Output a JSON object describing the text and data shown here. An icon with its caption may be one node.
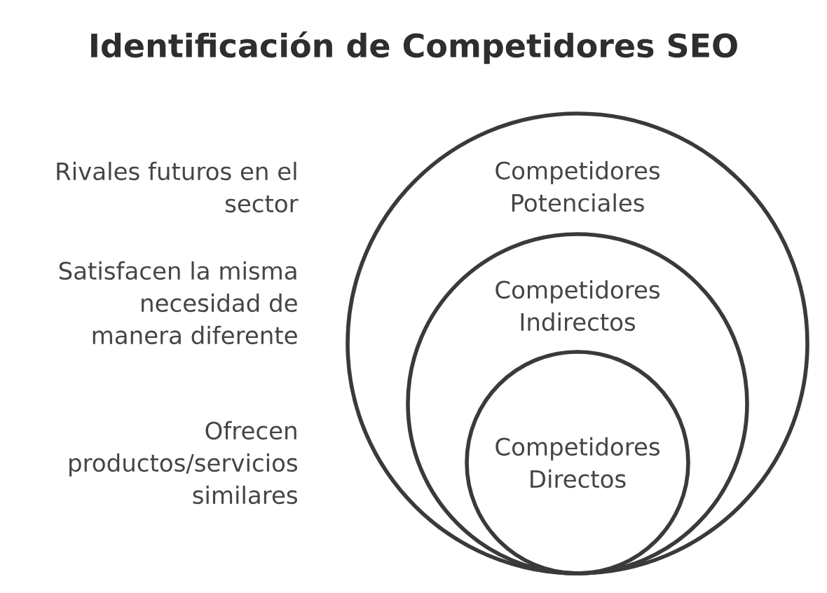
{
  "diagram": {
    "title": "Identificación de Competidores SEO",
    "nodes": [
      {
        "text": [
          "Competidores Potenciales"
        ]
      },
      {
        "text": [
          "Competidores Indirectos"
        ],
        "in": 0
      },
      {
        "text": [
          "Competidores Directos"
        ],
        "in": 1
      }
    ],
    "labels": [
      "Rivales futuros en el sector",
      "Satisfacen la misma necesidad de manera diferente",
      "Ofrecen productos/servicios similares"
    ]
  }
}
